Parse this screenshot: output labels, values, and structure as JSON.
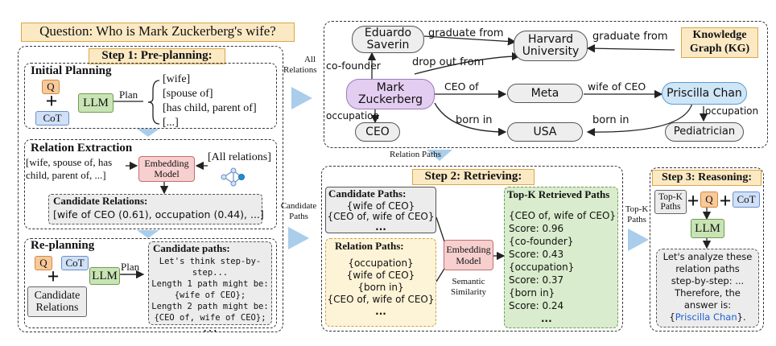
{
  "question": "Question: Who is Mark Zuckerberg's wife?",
  "step1": {
    "title": "Step 1: Pre-planning:",
    "initial_planning": {
      "heading": "Initial Planning",
      "q": "Q",
      "cot": "CoT",
      "llm": "LLM",
      "plan_label": "Plan",
      "plan_items": [
        "[wife]",
        "[spouse of]",
        "[has child, parent of]",
        "[...]"
      ]
    },
    "relation_extraction": {
      "heading": "Relation Extraction",
      "input_text": "[wife, spouse of, has child, parent of, ...]",
      "embedding_model": "Embedding Model",
      "all_relations": "[All relations]",
      "candidate_heading": "Candidate Relations:",
      "candidate_text": "[wife of CEO (0.61), occupation (0.44), ...]"
    },
    "replanning": {
      "heading": "Re-planning",
      "q": "Q",
      "cot": "CoT",
      "candidate_relations": "Candidate Relations",
      "llm": "LLM",
      "plan_label": "Plan",
      "candidate_paths_heading": "Candidate paths:",
      "candidate_paths_lines": [
        "Let's think step-by-step...",
        "Length 1 path might be:",
        "{wife of CEO};",
        "Length 2 path might be:",
        "{CEO of, wife of CEO};",
        "..."
      ]
    }
  },
  "arrow_labels": {
    "all_relations": "All Relations",
    "relation_paths": "Relation Paths",
    "candidate_paths": "Candidate Paths",
    "topk_paths": "Top-K Paths"
  },
  "kg": {
    "title": "Knowledge Graph (KG)",
    "nodes": {
      "eduardo": "Eduardo Saverin",
      "harvard": "Harvard University",
      "mark": "Mark Zuckerberg",
      "meta": "Meta",
      "priscilla": "Priscilla Chan",
      "ceo": "CEO",
      "usa": "USA",
      "pediatrician": "Pediatrician"
    },
    "edges": {
      "graduate_from_1": "graduate from",
      "graduate_from_2": "graduate from",
      "co_founder": "co-founder",
      "drop_out_from": "drop out from",
      "ceo_of": "CEO of",
      "wife_of_ceo": "wife of CEO",
      "occupation_1": "occupation",
      "occupation_2": "occupation",
      "born_in_1": "born in",
      "born_in_2": "born in"
    }
  },
  "step2": {
    "title": "Step 2: Retrieving:",
    "candidate_paths_heading": "Candidate Paths:",
    "candidate_paths_lines": [
      "{wife of CEO}",
      "{CEO of, wife of CEO}",
      "..."
    ],
    "relation_paths_heading": "Relation Paths:",
    "relation_paths_lines": [
      "{occupation}",
      "{wife of CEO}",
      "{born in}",
      "{CEO of, wife of CEO}",
      "..."
    ],
    "embedding_model": "Embedding Model",
    "semantic_similarity": "Semantic Similarity",
    "topk_heading": "Top-K Retrieved Paths",
    "topk_lines": [
      "{CEO of, wife of CEO}",
      "Score: 0.96",
      "{co-founder}",
      "Score: 0.43",
      "{occupation}",
      "Score: 0.37",
      "{born in}",
      "Score: 0.24",
      "..."
    ]
  },
  "step3": {
    "title": "Step 3: Reasoning:",
    "topk_paths": "Top-K Paths",
    "q": "Q",
    "cot": "CoT",
    "llm": "LLM",
    "output_lines": [
      "Let's analyze these",
      "relation paths",
      "step-by-step: ...",
      "Therefore, the",
      "answer is:"
    ],
    "answer": "Priscilla Chan",
    "answer_prefix": "{",
    "answer_suffix": "}."
  },
  "colors": {
    "title_bg": "#fbe9c4",
    "q": "#f8c99a",
    "cot": "#cfe0f7",
    "llm": "#c9e4b4",
    "embedding": "#f7cfcf",
    "mark_node": "#e3cdf0",
    "priscilla_node": "#cfe6f7",
    "answer": "#1f5fd1",
    "big_arrow": "#a9cdea"
  }
}
